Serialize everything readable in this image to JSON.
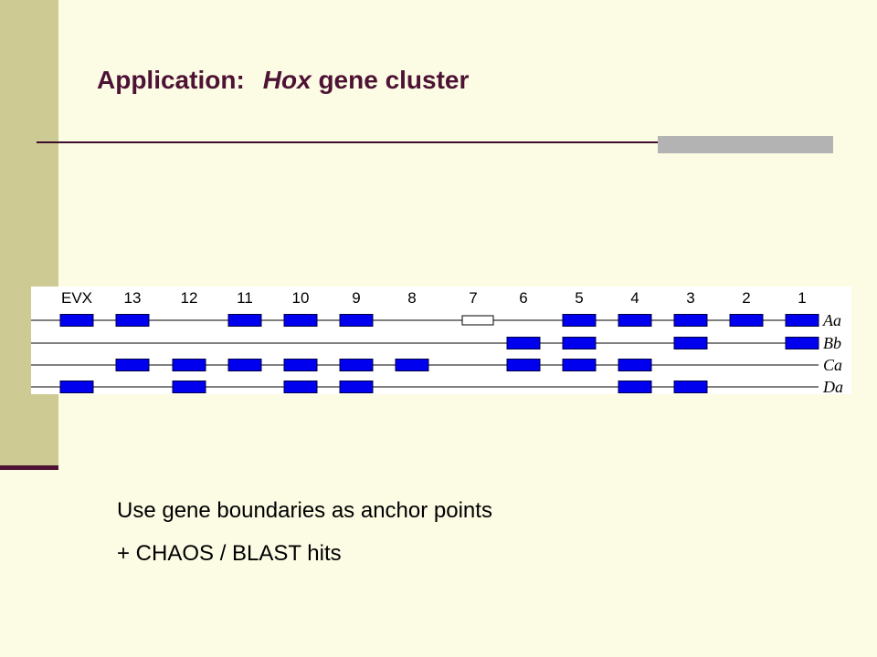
{
  "slide": {
    "title_prefix": "Application:",
    "title_italic": "Hox",
    "title_suffix": "gene cluster",
    "bullets": [
      "Use gene boundaries as anchor points",
      "+ CHAOS / BLAST hits"
    ]
  },
  "colors": {
    "background": "#fcfbe4",
    "sidebar": "#cdcb93",
    "title": "#4d1234",
    "gene_fill": "#0000ee",
    "gene_stroke": "#000044"
  },
  "diagram": {
    "gene_labels": [
      "EVX",
      "13",
      "12",
      "11",
      "10",
      "9",
      "8",
      "7",
      "6",
      "5",
      "4",
      "3",
      "2",
      "1"
    ],
    "clusters": [
      {
        "name": "Aa",
        "present": [
          "EVX",
          "13",
          "11",
          "10",
          "9",
          "5",
          "4",
          "3",
          "2",
          "1"
        ],
        "pseudo": [
          "7"
        ]
      },
      {
        "name": "Bb",
        "present": [
          "6",
          "5",
          "3",
          "1"
        ],
        "pseudo": []
      },
      {
        "name": "Ca",
        "present": [
          "13",
          "12",
          "11",
          "10",
          "9",
          "8",
          "6",
          "5",
          "4"
        ],
        "pseudo": []
      },
      {
        "name": "Da",
        "present": [
          "EVX",
          "12",
          "10",
          "9",
          "4",
          "3"
        ],
        "pseudo": []
      }
    ]
  }
}
